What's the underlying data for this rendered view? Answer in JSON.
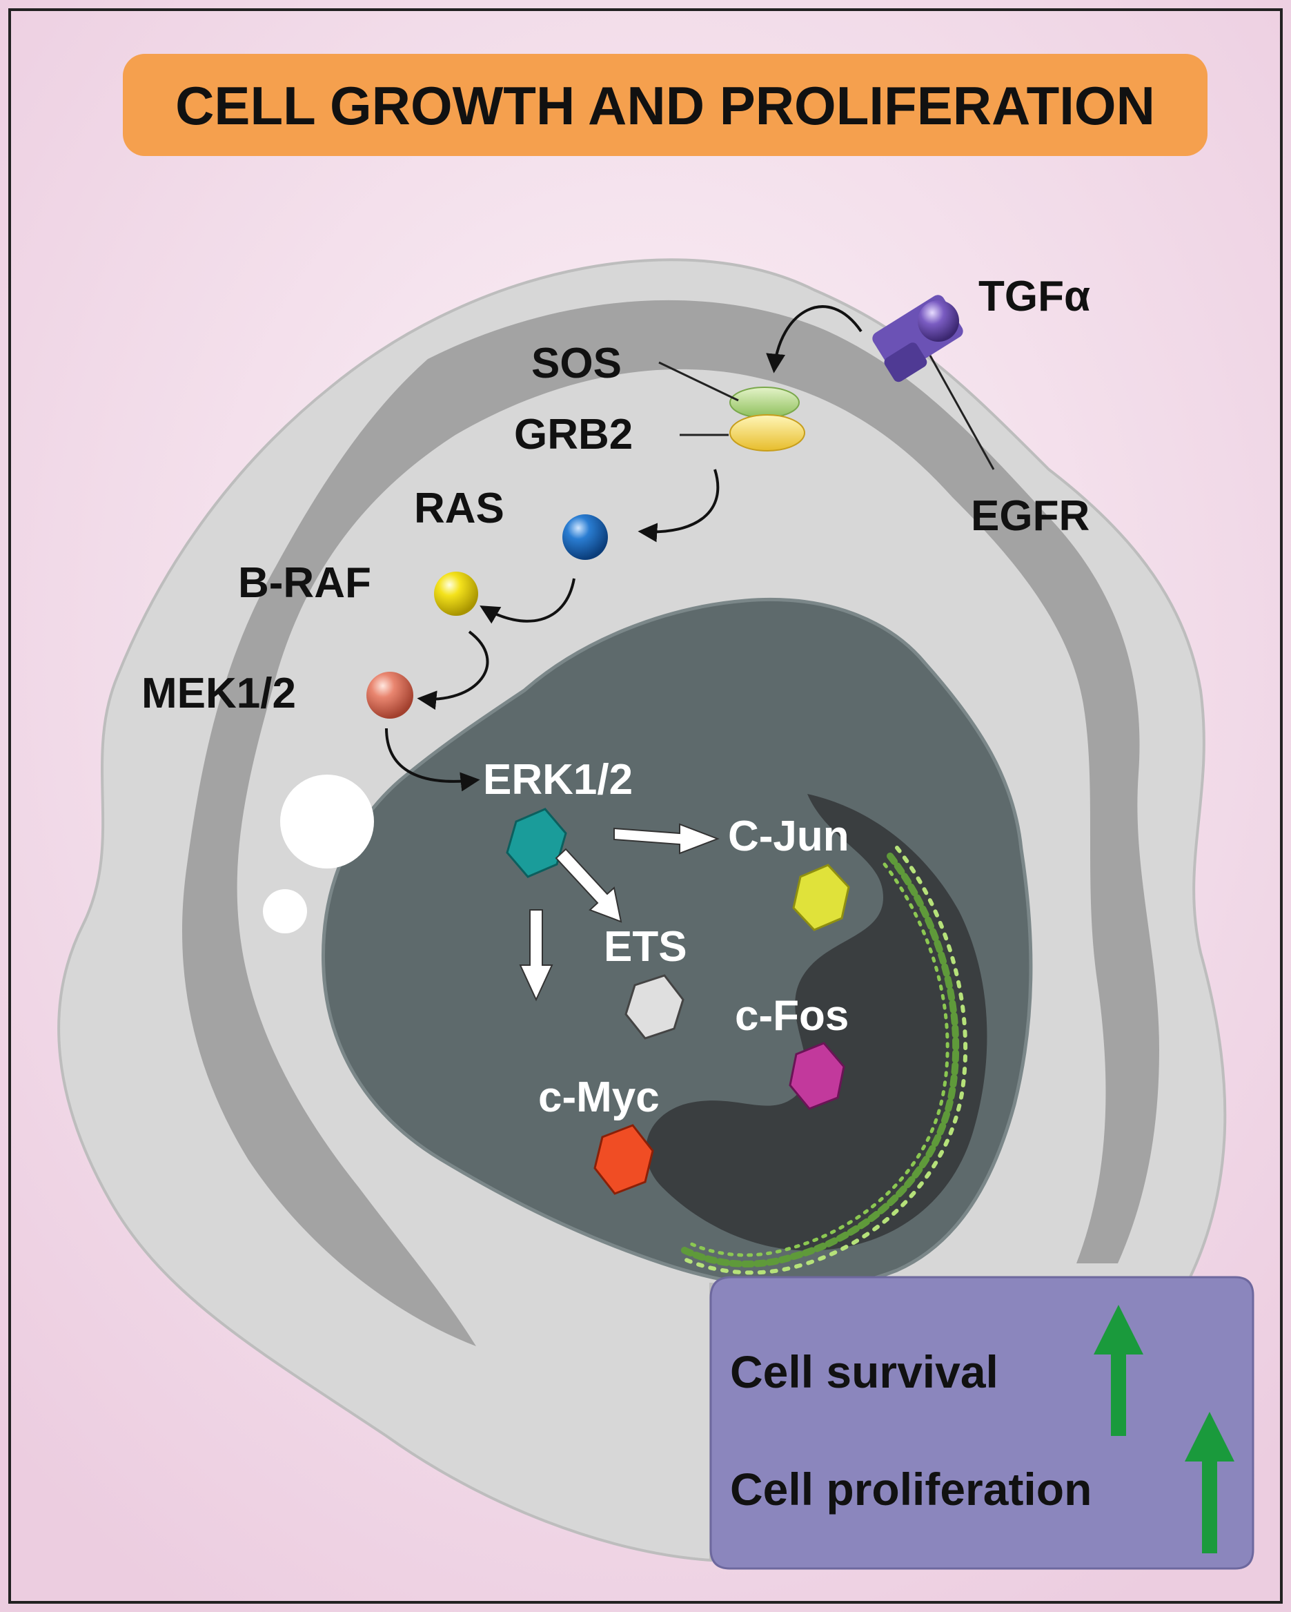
{
  "title": "CELL GROWTH AND PROLIFERATION",
  "colors": {
    "background": "#f0d0e6",
    "title_box": "#f5a04e",
    "cytoplasm": "#d7d7d7",
    "membrane_band": "#9a9a9a",
    "nucleus": "#5e6a6c",
    "nucleoplasm_dark": "#3a3e40",
    "outcome_box": "#8b86bd",
    "up_arrow": "#1a9a3c"
  },
  "molecules": {
    "ligand": "TGFα",
    "receptor": "EGFR",
    "sos": "SOS",
    "grb2": "GRB2",
    "ras": "RAS",
    "braf": "B-RAF",
    "mek": "MEK1/2",
    "erk": "ERK1/2",
    "cjun": "C-Jun",
    "ets": "ETS",
    "cfos": "c-Fos",
    "cmyc": "c-Myc"
  },
  "outcomes": {
    "survival": "Cell survival",
    "proliferation": "Cell proliferation",
    "survival_trend": "up",
    "proliferation_trend": "up"
  }
}
